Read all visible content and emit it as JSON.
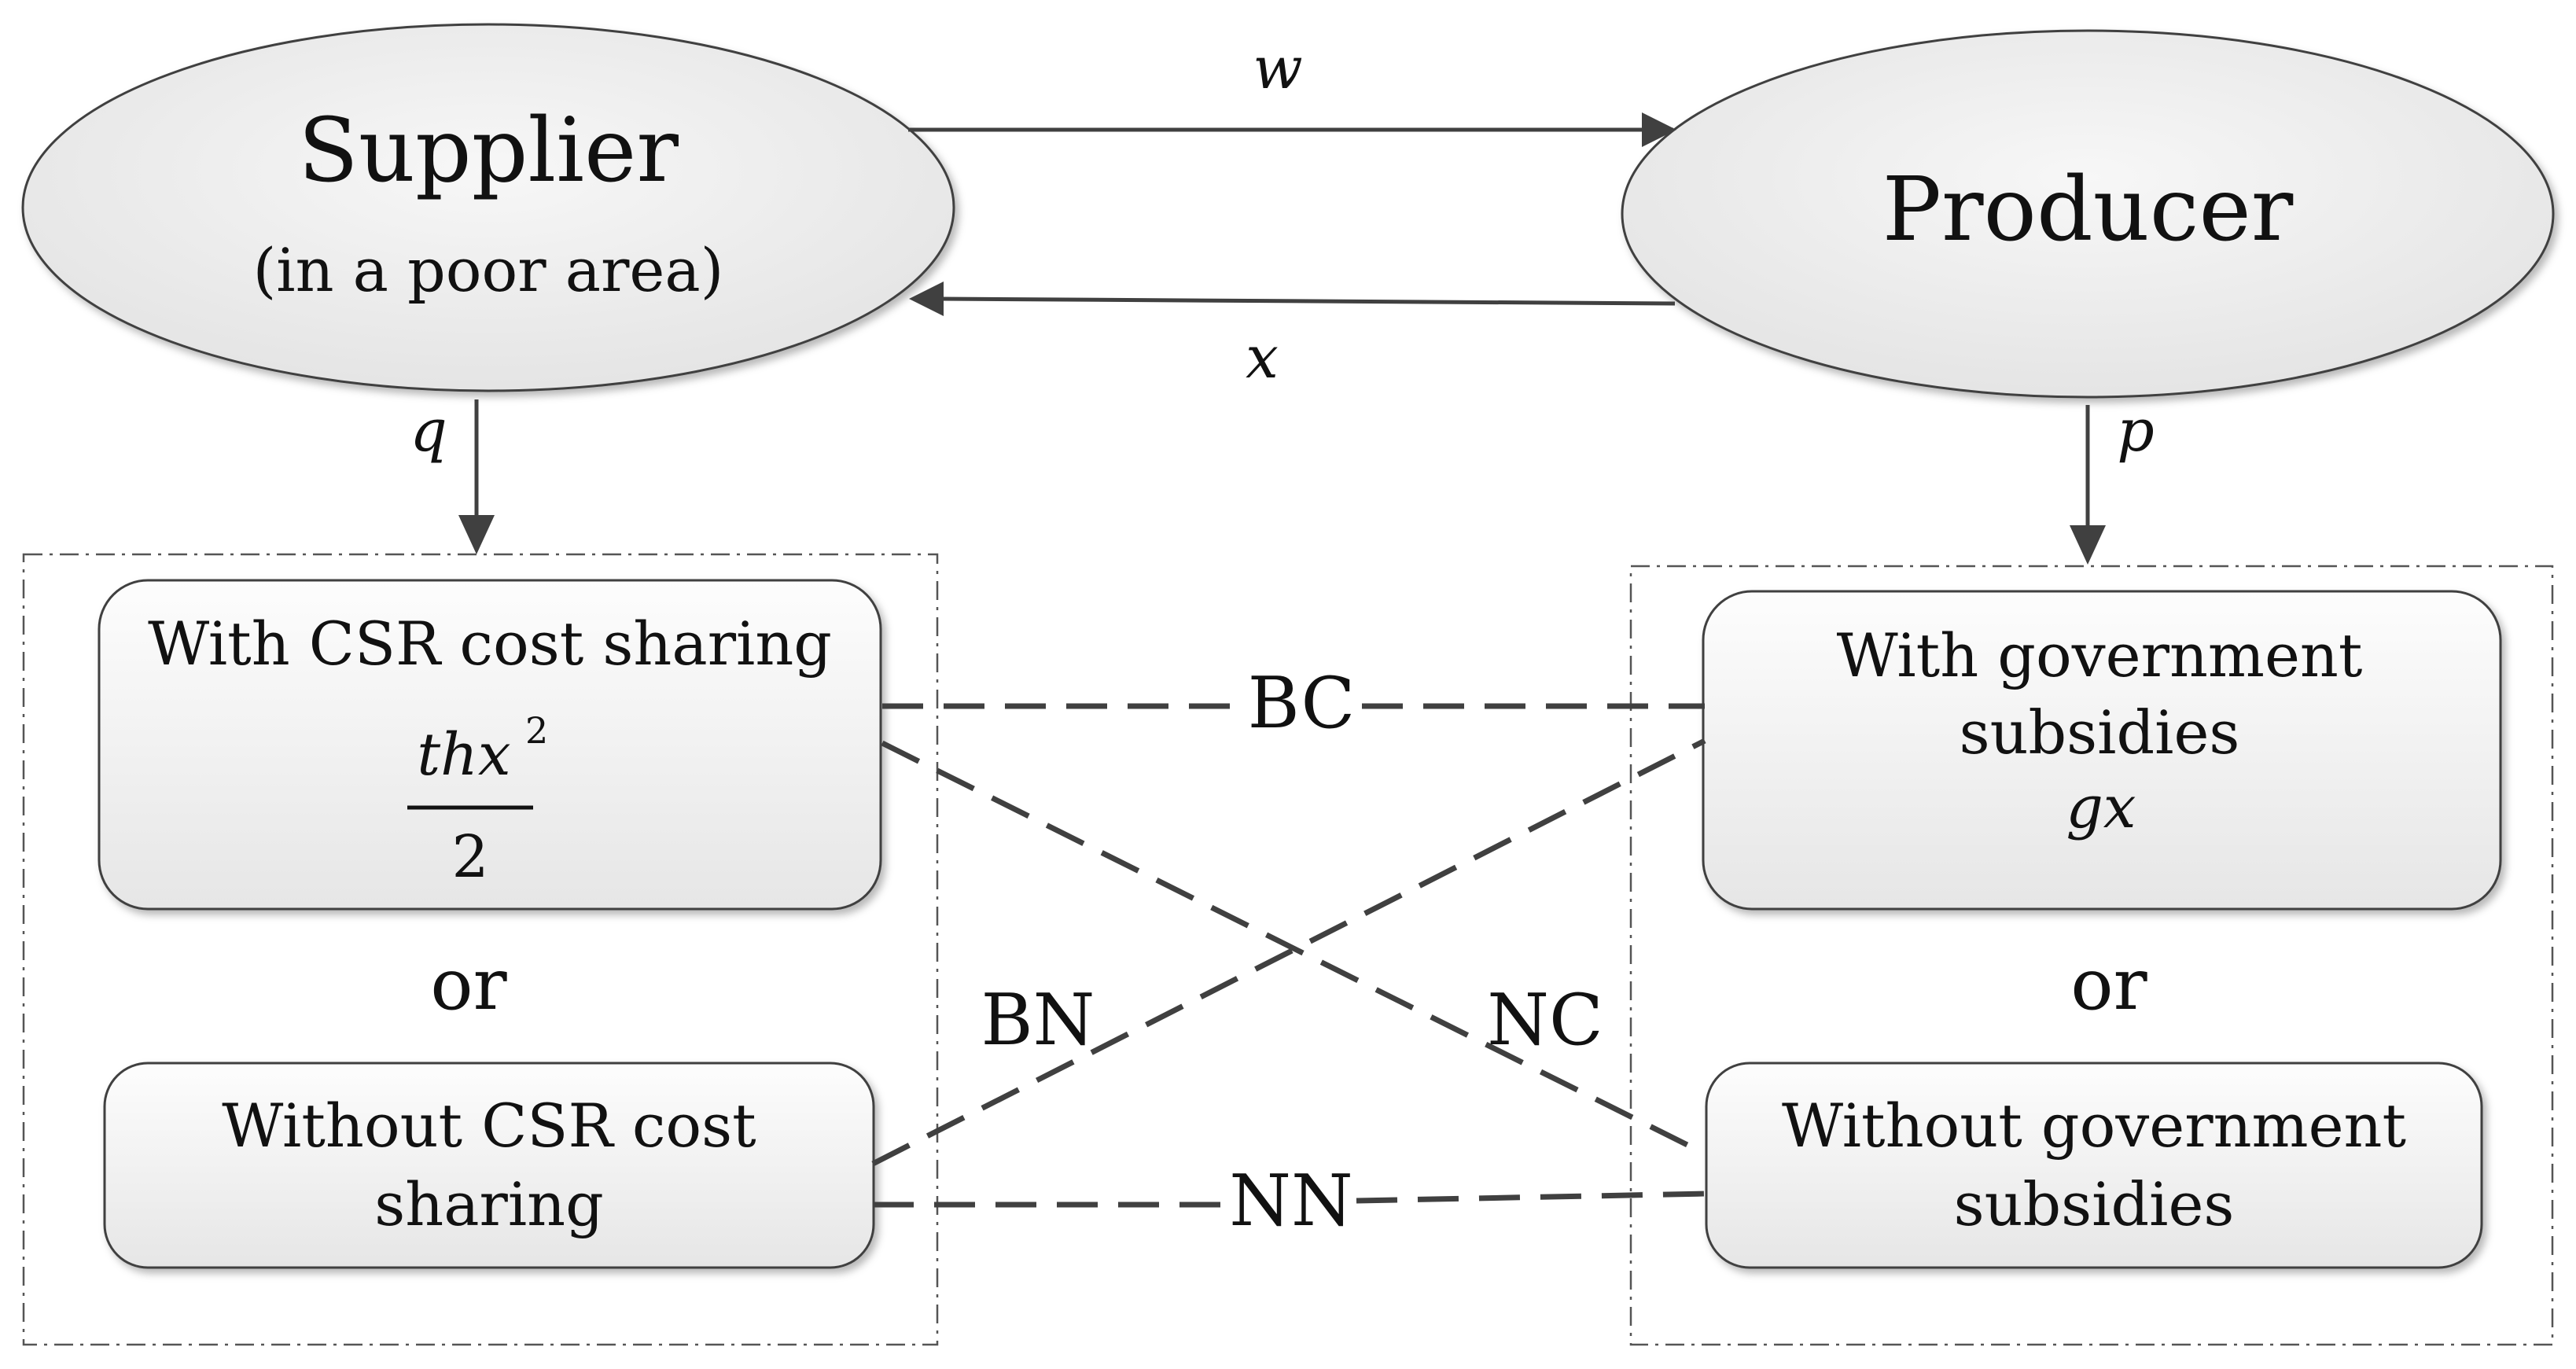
{
  "nodes": {
    "supplier": {
      "title": "Supplier",
      "subtitle": "(in a poor area)"
    },
    "producer": {
      "title": "Producer"
    }
  },
  "flows": {
    "w": "w",
    "x": "x",
    "q": "q",
    "p": "p"
  },
  "supplier_options": {
    "with_csr": {
      "label": "With CSR cost sharing",
      "formula_num_base": "thx",
      "formula_exp": "2",
      "formula_den": "2"
    },
    "or": "or",
    "without_csr": {
      "line1": "Without CSR cost",
      "line2": "sharing"
    }
  },
  "producer_options": {
    "with_gov": {
      "line1": "With government",
      "line2": "subsidies",
      "formula": "gx"
    },
    "or": "or",
    "without_gov": {
      "line1": "Without government",
      "line2": "subsidies"
    }
  },
  "connections": {
    "bc": "BC",
    "bn": "BN",
    "nc": "NC",
    "nn": "NN"
  },
  "colors": {
    "node_fill": "#ececec",
    "stroke": "#404040",
    "text": "#111111"
  }
}
